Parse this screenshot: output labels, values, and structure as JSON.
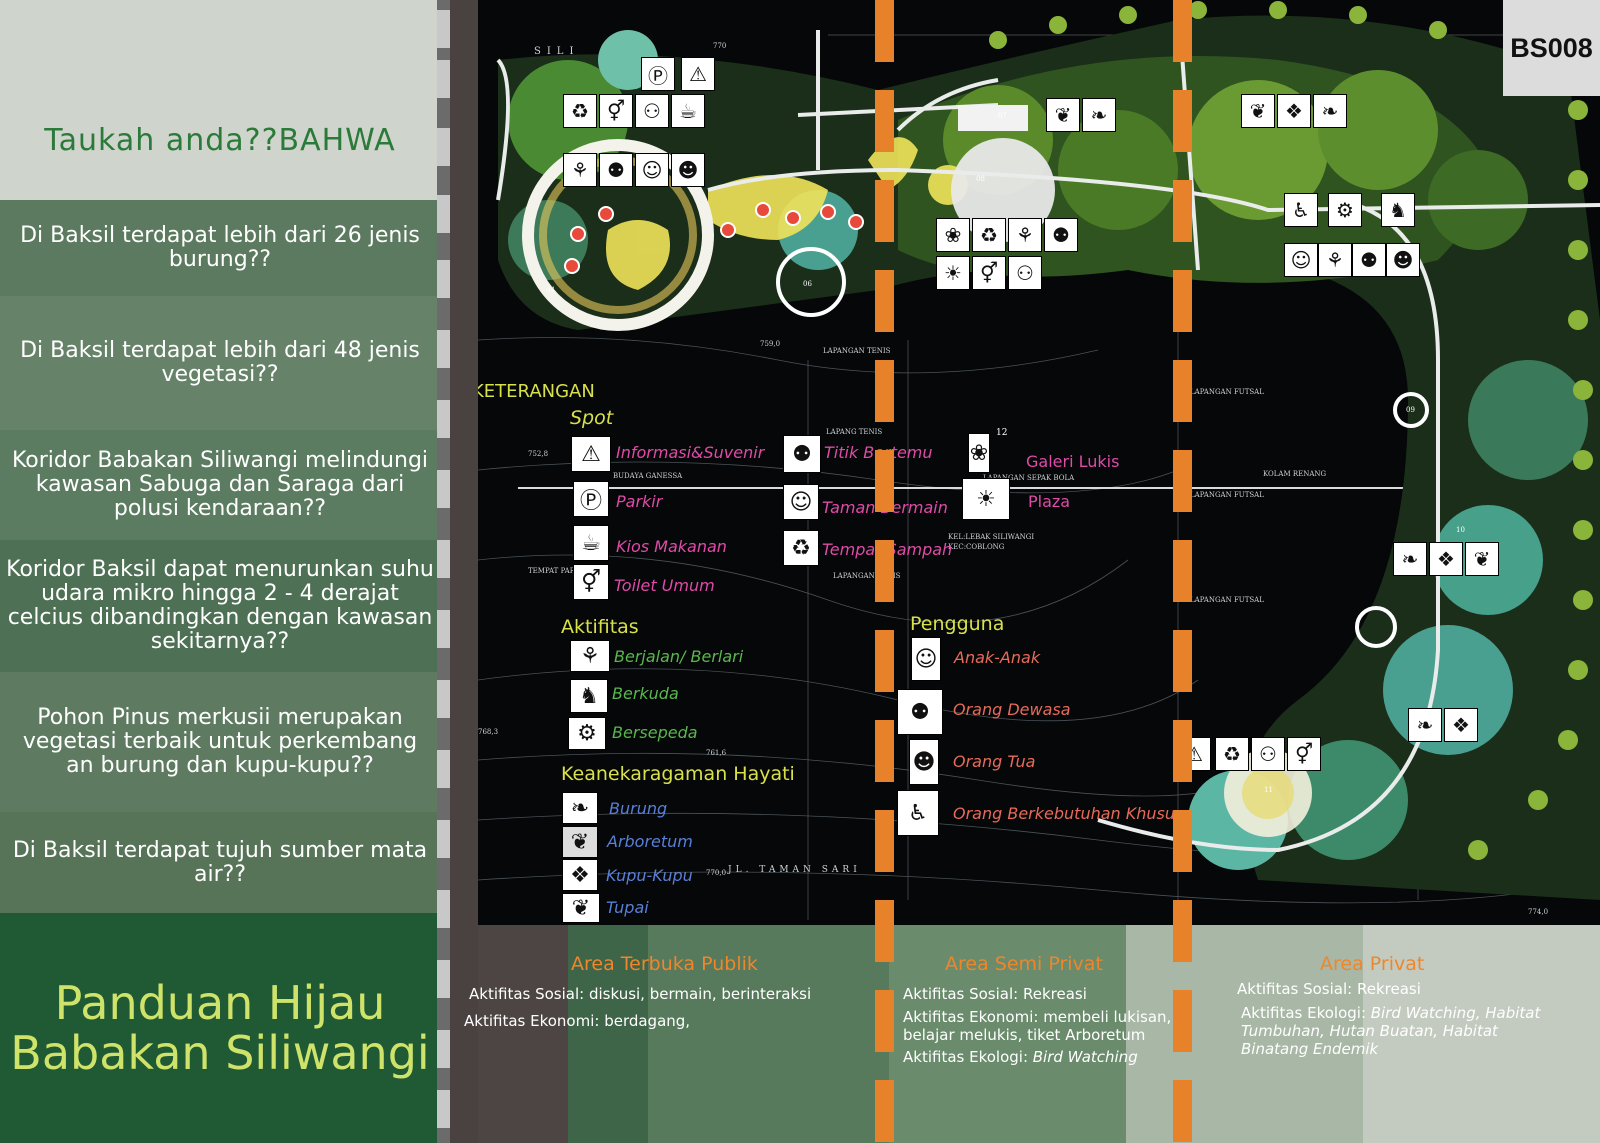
{
  "sidebar": {
    "heading": "Taukah anda??BAHWA",
    "facts": [
      "Di Baksil terdapat lebih dari 26 jenis burung??",
      "Di Baksil terdapat lebih dari 48 jenis vegetasi??",
      "Koridor Babakan Siliwangi melindungi kawasan Sabuga dan Saraga dari polusi kendaraan??",
      "Koridor Baksil dapat  menurunkan suhu udara mikro hingga 2 - 4 derajat celcius dibandingkan dengan kawasan sekitarnya??",
      "Pohon Pinus merkusii merupakan vegetasi terbaik untuk perkembang an burung dan kupu-kupu??",
      "Di Baksil terdapat tujuh sumber mata air??"
    ],
    "title_line1": "Panduan Hijau",
    "title_line2": "Babakan Siliwangi",
    "colors": {
      "top": "#cfd4cc",
      "fact_bg": "#5e7e63",
      "title_bg": "#1f5a35",
      "title_text": "#cfe36a"
    }
  },
  "map": {
    "code": "BS008",
    "legend": {
      "heading": "KETERANGAN",
      "spot_heading": "Spot",
      "spots": [
        {
          "icon": "warning-icon",
          "label": "Informasi&Suvenir"
        },
        {
          "icon": "parking-icon",
          "label": "Parkir"
        },
        {
          "icon": "food-icon",
          "label": "Kios Makanan"
        },
        {
          "icon": "toilet-icon",
          "label": "Toilet Umum"
        },
        {
          "icon": "meeting-icon",
          "label": "Titik Bertemu"
        },
        {
          "icon": "playground-icon",
          "label": "Taman Bermain"
        },
        {
          "icon": "trash-icon",
          "label": "Tempat Sampah"
        },
        {
          "icon": "feather-icon",
          "label": "Galeri Lukis"
        },
        {
          "icon": "sun-mask-icon",
          "label": "Plaza"
        }
      ],
      "activity_heading": "Aktifitas",
      "activities": [
        {
          "icon": "walking-icon",
          "label": "Berjalan/ Berlari"
        },
        {
          "icon": "horse-icon",
          "label": "Berkuda"
        },
        {
          "icon": "bicycle-icon",
          "label": "Bersepeda"
        }
      ],
      "biodiversity_heading": "Keanekaragaman Hayati",
      "biodiversity": [
        {
          "icon": "bird-icon",
          "label": "Burung"
        },
        {
          "icon": "leaf-icon",
          "label": "Arboretum"
        },
        {
          "icon": "butterfly-icon",
          "label": "Kupu-Kupu"
        },
        {
          "icon": "owl-icon",
          "label": "Tupai"
        }
      ],
      "users_heading": "Pengguna",
      "users": [
        {
          "icon": "child-icon",
          "label": "Anak-Anak"
        },
        {
          "icon": "adult-icon",
          "label": "Orang Dewasa"
        },
        {
          "icon": "elderly-icon",
          "label": "Orang Tua"
        },
        {
          "icon": "wheelchair-icon",
          "label": "Orang Berkebutuhan Khusus"
        }
      ]
    },
    "place_labels": [
      "LAPANGAN TENIS",
      "LAPANG TENIS",
      "BUDAYA GANESSA",
      "TEMPAT PARKIR",
      "LAPANGAN SEPAK BOLA",
      "KEL:LEBAK SILIWANGI",
      "KEC:COBLONG",
      "LAPANGAN TENIS",
      "LAPANGAN FUTSAL",
      "LAPANGAN FUTSAL",
      "LAPANGAN FUTSAL",
      "KOLAM RENANG",
      "JL. TAMAN SARI",
      "SILI"
    ],
    "elevations": [
      "770",
      "759,0",
      "752,8",
      "761,6",
      "770,0",
      "774,0",
      "768,3"
    ],
    "spot_numbers": [
      "04",
      "05",
      "06",
      "07",
      "08",
      "09",
      "10",
      "11",
      "12"
    ],
    "colors": {
      "dash": "#e8822a",
      "path": "#e9ecea",
      "tree_green": "#7fb23a",
      "tree_teal": "#53c2b0",
      "plaza_yellow": "#f0e35a"
    }
  },
  "zones": [
    {
      "title": "Area Terbuka Publik",
      "lines": [
        "Aktifitas Sosial: diskusi, bermain, berinteraksi",
        "Aktifitas Ekonomi: berdagang,"
      ],
      "colors": [
        "#4c4543",
        "#3f6549",
        "#577a5c"
      ]
    },
    {
      "title": "Area Semi Privat",
      "lines": [
        "Aktifitas Sosial: Rekreasi",
        "Aktifitas Ekonomi: membeli lukisan, belajar melukis, tiket Arboretum",
        "Aktifitas Ekologi: ",
        "Bird Watching"
      ],
      "colors": [
        "#6a8b6c",
        "#8aa58a"
      ]
    },
    {
      "title": "Area Privat",
      "lines": [
        "Aktifitas Sosial: Rekreasi",
        "Aktifitas Ekologi: ",
        "Bird Watching, Habitat Tumbuhan, Hutan Buatan, Habitat Binatang Endemik"
      ],
      "colors": [
        "#a9b8a6",
        "#c3cbc0"
      ]
    }
  ]
}
